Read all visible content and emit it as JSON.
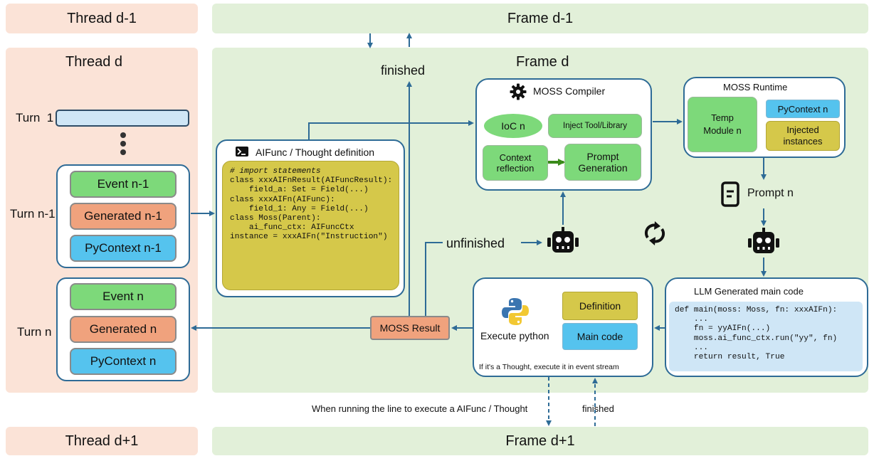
{
  "threads": {
    "prev": "Thread d-1",
    "current": "Thread d",
    "next": "Thread d+1"
  },
  "frames": {
    "prev": "Frame d-1",
    "current": "Frame d",
    "next": "Frame d+1"
  },
  "turns": {
    "turn1": "Turn  1",
    "turn_n1": "Turn n-1",
    "turn_n": "Turn n",
    "turn_n1_items": [
      "Event n-1",
      "Generated n-1",
      "PyContext n-1"
    ],
    "turn_n_items": [
      "Event n",
      "Generated n",
      "PyContext n"
    ]
  },
  "labels": {
    "finished_top": "finished",
    "unfinished": "unfinished",
    "prompt_n": "Prompt n",
    "moss_result": "MOSS Result",
    "bottom_left": "When running the line to execute a AIFunc / Thought",
    "bottom_right": "finished"
  },
  "aifunc": {
    "title": "AIFunc / Thought definition",
    "code": [
      "# import statements",
      "",
      "class xxxAIFnResult(AIFuncResult):",
      "    field_a: Set = Field(...)",
      "",
      "class xxxAIFn(AIFunc):",
      "    field_1: Any = Field(...)",
      "",
      "class Moss(Parent):",
      "    ai_func_ctx: AIFuncCtx",
      "",
      "instance = xxxAIFn(\"Instruction\")"
    ]
  },
  "compiler": {
    "title": "MOSS Compiler",
    "ioc": "IoC n",
    "inject": "Inject Tool/Library",
    "context": "Context reflection",
    "prompt": "Prompt Generation"
  },
  "runtime": {
    "title": "MOSS Runtime",
    "temp": "Temp Module n",
    "pycontext": "PyContext n",
    "injected": "Injected instances"
  },
  "executor": {
    "label": "Execute python",
    "definition": "Definition",
    "main": "Main code",
    "note": "If it's a Thought, execute it in event stream"
  },
  "llm": {
    "title": "LLM Generated main code",
    "code": [
      "def main(moss: Moss, fn: xxxAIFn):",
      "    ...",
      "    fn = yyAIFn(...)",
      "    moss.ai_func_ctx.run(\"yy\", fn)",
      "    ...",
      "    return result, True"
    ]
  },
  "colors": {
    "arrow": "#2e6b96",
    "green": "#7dd97a",
    "orange": "#f0a27d",
    "blue": "#55c3ee",
    "olive": "#d5c84a"
  },
  "icons": [
    "gear-icon",
    "terminal-icon",
    "robot-icon",
    "refresh-icon",
    "document-icon",
    "python-icon"
  ]
}
